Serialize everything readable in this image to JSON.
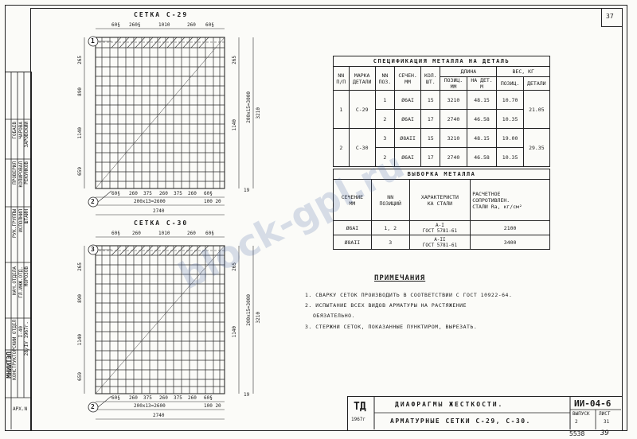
{
  "page": {
    "number": "37"
  },
  "mesh29": {
    "title": "СЕТКА С-29",
    "top_dims": [
      "60§",
      "260§",
      "1010",
      "260",
      "60§"
    ],
    "left_dims": [
      "265",
      "890",
      "1140",
      "659"
    ],
    "right_dims": [
      "265",
      "1140",
      "200x15=3000",
      "3210",
      "19"
    ],
    "bottom_dims": [
      "60§",
      "260",
      "375",
      "260",
      "375",
      "260",
      "60§"
    ],
    "bottom_line": "200x13=2600",
    "bottom_end": "100 20",
    "total": "2740",
    "marker_top": "1",
    "marker_bottom": "2",
    "marker_right": "19"
  },
  "mesh30": {
    "title": "СЕТКА С-30",
    "top_dims": [
      "60§",
      "260",
      "1010",
      "260",
      "60§"
    ],
    "left_dims": [
      "265",
      "890",
      "1140",
      "659"
    ],
    "right_dims": [
      "265",
      "1140",
      "200x15=3000",
      "3210",
      "19"
    ],
    "bottom_dims": [
      "60§",
      "260",
      "375",
      "260",
      "375",
      "260",
      "60§"
    ],
    "bottom_line": "200x13=2600",
    "bottom_end": "100 20",
    "total": "2740",
    "marker_top": "3",
    "marker_bottom": "2"
  },
  "spec": {
    "title": "СПЕЦИФИКАЦИЯ МЕТАЛЛА НА ДЕТАЛЬ",
    "headers": {
      "nn": "NN\nП/П",
      "mark": "МАРКА\nДЕТАЛИ",
      "pos": "NN\nПОЗ.",
      "section": "СЕЧЕН.\nММ",
      "qty": "КОЛ.\nШТ.",
      "length": "ДЛИНА",
      "length_pos": "ПОЗИЦ.\nММ",
      "length_total": "НА ДЕТ.\nМ",
      "weight": "ВЕС, КГ",
      "weight_pos": "ПОЗИЦ.",
      "weight_part": "ДЕТАЛИ"
    },
    "rows": [
      {
        "nn": "1",
        "mark": "С-29",
        "pos": "1",
        "section": "Ø6AI",
        "qty": "15",
        "len_pos": "3210",
        "len_total": "48.15",
        "w_pos": "10.70",
        "w_part": "21.05"
      },
      {
        "nn": "",
        "mark": "",
        "pos": "2",
        "section": "Ø6AI",
        "qty": "17",
        "len_pos": "2740",
        "len_total": "46.58",
        "w_pos": "10.35",
        "w_part": ""
      },
      {
        "nn": "2",
        "mark": "С-30",
        "pos": "3",
        "section": "Ø8AII",
        "qty": "15",
        "len_pos": "3210",
        "len_total": "48.15",
        "w_pos": "19.00",
        "w_part": "29.35"
      },
      {
        "nn": "",
        "mark": "",
        "pos": "2",
        "section": "Ø6AI",
        "qty": "17",
        "len_pos": "2740",
        "len_total": "46.58",
        "w_pos": "10.35",
        "w_part": ""
      }
    ]
  },
  "sample": {
    "title": "ВЫБОРКА МЕТАЛЛА",
    "headers": {
      "section": "СЕЧЕНИЕ\nММ",
      "pos": "NN\nПОЗИЦИЙ",
      "steel": "ХАРАКТЕРИСТИ\nКА СТАЛИ",
      "calc": "РАСЧЕТНОЕ\nСОПРОТИВЛЕН.\nСТАЛИ Ra, кг/см²"
    },
    "rows": [
      {
        "section": "Ø6AI",
        "pos": "1, 2",
        "steel": "A-I\nГОСТ 5781-61",
        "calc": "2100"
      },
      {
        "section": "Ø8AII",
        "pos": "3",
        "steel": "A-II\nГОСТ 5781-61",
        "calc": "3400"
      }
    ]
  },
  "notes": {
    "title": "ПРИМЕЧАНИЯ",
    "items": [
      "1. СВАРКУ СЕТОК ПРОИЗВОДИТЬ В СООТВЕТСТВИИ С ГОСТ 10922-64.",
      "2. ИСПЫТАНИЕ ВСЕХ ВИДОВ АРМАТУРЫ НА РАСТЯЖЕНИЕ",
      "ОБЯЗАТЕЛЬНО.",
      "3. СТЕРЖНИ СЕТОК, ПОКАЗАННЫЕ ПУНКТИРОМ, ВЫРЕЗАТЬ."
    ]
  },
  "title_block": {
    "org": "ТД",
    "year": "1967г",
    "line1": "ДИАФРАГМЫ ЖЕСТКОСТИ.",
    "line2": "АРМАТУРНЫЕ СЕТКИ С-29, С-30.",
    "code": "ИИ-04-6",
    "issue_label": "ВЫПУСК",
    "issue": "2",
    "sheet_label": "ЛИСТ",
    "sheet": "31",
    "footer_num": "5538",
    "footer_page": "39"
  },
  "side_stamp": {
    "inst": "МНИИТЭП",
    "dept": "КОНСТРУКТОРСКИЙ ОТДЕЛ",
    "series": "I-40",
    "date": "28/IV 1967г.",
    "cells": [
      "НАЧ.ОТДЕЛА",
      "ГЛ.ИНЖ.ОТД.",
      "РУК.ГРУППЫ",
      "ИСПОЛНИЛ",
      "ПРОВЕРИЛ",
      "КОПИРОВАЛ"
    ],
    "names": [
      "МОРОЗОВ",
      "ШТАЙН",
      "РЕКУНКОВ",
      "ЗАРОВСКИЙ",
      "ГОБАЕВ",
      "ЧАРОВА"
    ],
    "arch": "АРХ.N"
  },
  "watermark": {
    "text": "block-gpl.ru"
  }
}
